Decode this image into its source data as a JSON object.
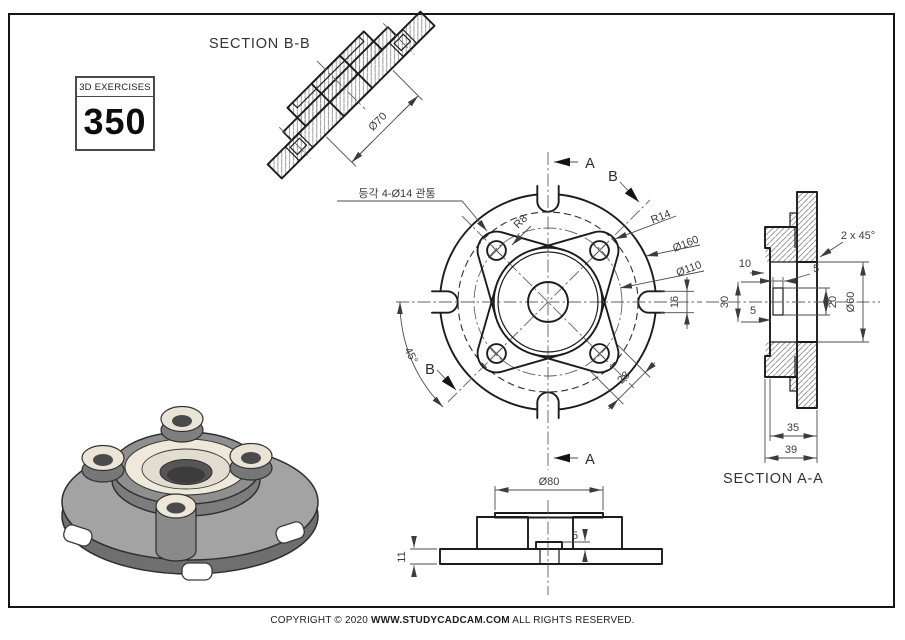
{
  "badge": {
    "label": "3D EXERCISES",
    "number": "350"
  },
  "titles": {
    "section_bb": "SECTION B-B",
    "section_aa": "SECTION A-A"
  },
  "note": {
    "korean": "등각 4-Ø14 관통"
  },
  "front": {
    "letter_a": "A",
    "letter_b": "B",
    "r8": "R8",
    "r14": "R14",
    "d160": "Ø160",
    "d110": "Ø110",
    "n16": "16",
    "n28": "28",
    "a45": "45°"
  },
  "bb": {
    "d70": "Ø70"
  },
  "aa": {
    "chamfer": "2 x 45°",
    "n10": "10",
    "n30": "30",
    "n5_width": "5",
    "n5_depth": "5",
    "n20": "20",
    "d60": "Ø60",
    "n35": "35",
    "n39": "39"
  },
  "bottom": {
    "d80": "Ø80",
    "n11": "11",
    "n5": "5"
  },
  "footer": {
    "prefix": "COPYRIGHT © 2020 ",
    "site": "WWW.STUDYCADCAM.COM",
    "suffix": " ALL RIGHTS RESERVED."
  },
  "colors": {
    "line": "#1c1c1c",
    "dim": "#4c4c4c",
    "hatch": "#8a8a8a",
    "metal_light": "#a8a8a8",
    "metal_mid": "#8f8f8f",
    "metal_dark": "#6f6f6f",
    "cream_face": "#efe9dc"
  }
}
